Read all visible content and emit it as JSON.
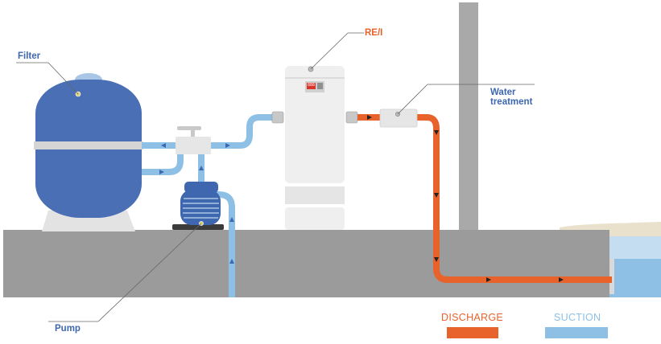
{
  "labels": {
    "filter": "Filter",
    "rei": "RE/I",
    "water_treatment_line1": "Water",
    "water_treatment_line2": "treatment",
    "pump": "Pump"
  },
  "heater_display": "888",
  "legend": [
    {
      "label": "DISCHARGE",
      "color": "#e8632b"
    },
    {
      "label": "SUCTION",
      "color": "#8ec0e6"
    }
  ],
  "colors": {
    "discharge_pipe": "#e8632b",
    "suction_pipe": "#8ec0e6",
    "filter_tank": "#4a6fb5",
    "pump_body": "#3f67b0",
    "ground": "#9b9b9b",
    "label_blue": "#3f67b0",
    "label_orange": "#e8632b"
  }
}
